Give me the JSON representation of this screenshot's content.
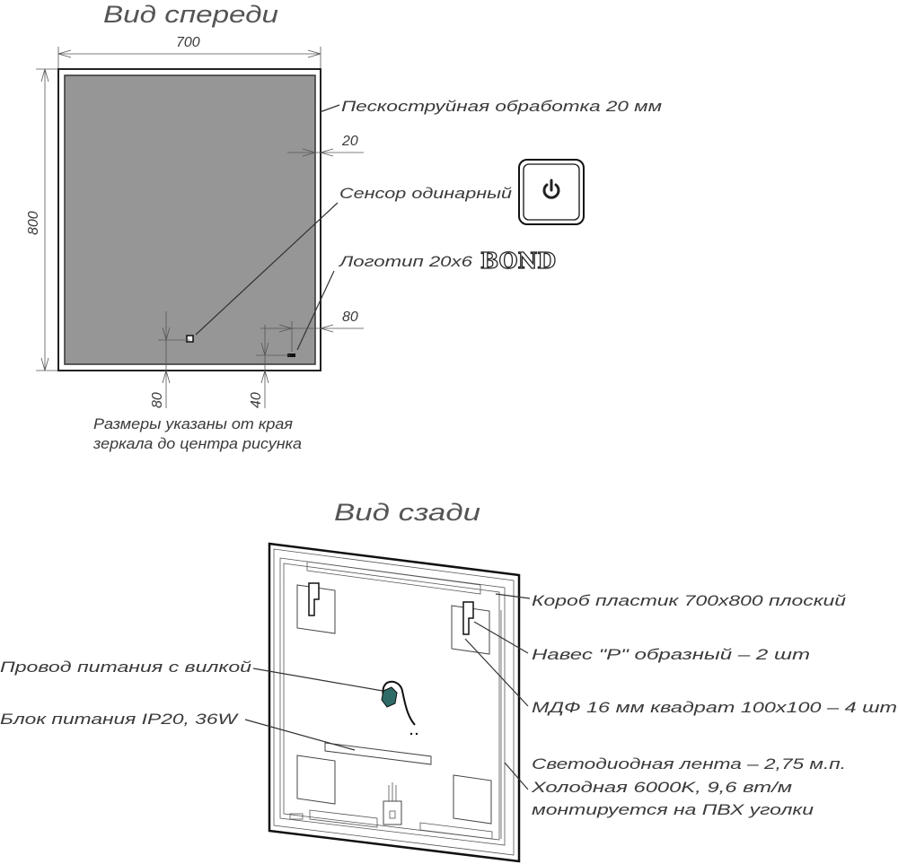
{
  "front_view": {
    "title": "Вид спереди",
    "width_dim": "700",
    "height_dim": "800",
    "sandblast_label": "Пескоструйная обработка 20 мм",
    "sandblast_dim": "20",
    "sensor_label": "Сенсор одинарный",
    "logo_label": "Логотип 20х6",
    "logo_text": "BOND",
    "logo_offset_right": "80",
    "sensor_offset_bottom": "80",
    "logo_offset_bottom": "40",
    "note_line1": "Размеры указаны от края",
    "note_line2": "зеркала до центра рисунка",
    "mirror_color": "#969696"
  },
  "back_view": {
    "title": "Вид сзади",
    "box_label": "Короб пластик 700х800 плоский",
    "hanger_label": "Навес \"P\" образный – 2 шт",
    "mdf_label": "МДФ 16 мм квадрат 100х100 – 4 шт",
    "cable_label": "Провод питания с вилкой",
    "psu_label": "Блок питания IP20, 36W",
    "led_line1": "Светодиодная лента – 2,75 м.п.",
    "led_line2": "Холодная 6000K, 9,6 вт/м",
    "led_line3": "монтируется на ПВХ уголки",
    "plug_color": "#2e6b66"
  }
}
